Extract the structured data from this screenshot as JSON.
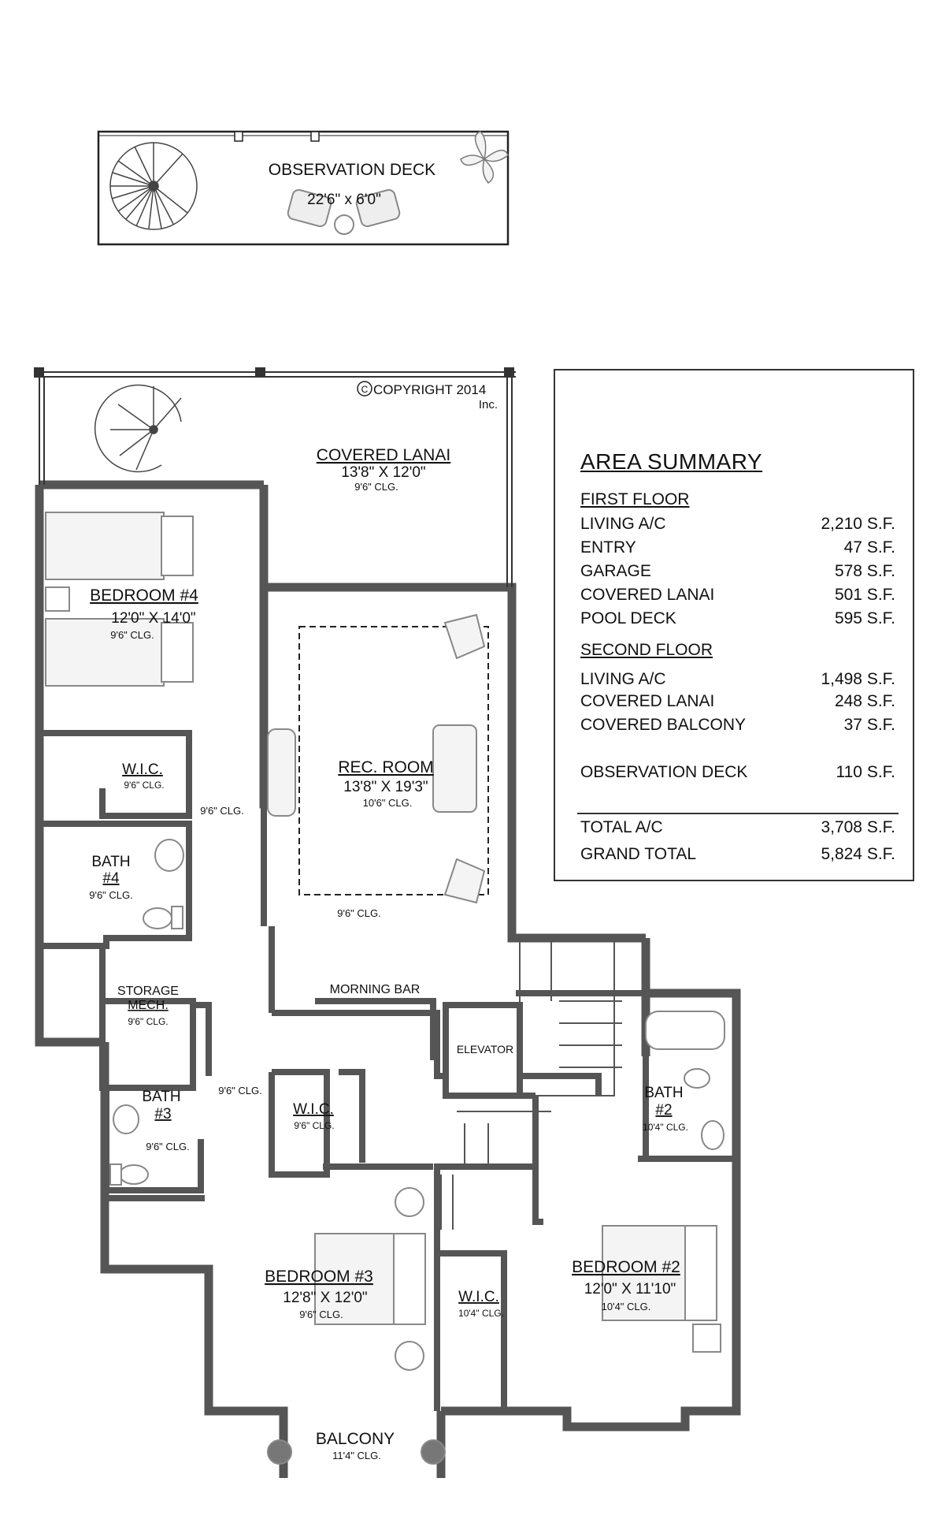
{
  "observation_deck": {
    "label": "OBSERVATION DECK",
    "size": "22'6\" x 6'0\""
  },
  "copyright": {
    "line1": "COPYRIGHT 2014",
    "line2": "Inc."
  },
  "rooms": {
    "covered_lanai": {
      "name": "COVERED LANAI",
      "size": "13'8\" X 12'0\"",
      "ceiling": "9'6\" CLG."
    },
    "bedroom4": {
      "name": "BEDROOM #4",
      "size": "12'0\" X 14'0\"",
      "ceiling": "9'6\" CLG."
    },
    "rec_room": {
      "name": "REC. ROOM",
      "size": "13'8\" X 19'3\"",
      "ceiling": "10'6\" CLG."
    },
    "rec_room_ceiling2": "9'6\" CLG.",
    "hall_ceiling1": "9'6\" CLG.",
    "hall_ceiling2": "9'6\" CLG.",
    "wic4": {
      "name": "W.I.C.",
      "ceiling": "9'6\" CLG."
    },
    "bath4": {
      "name1": "BATH",
      "name2": "#4",
      "ceiling": "9'6\" CLG."
    },
    "storage": {
      "name1": "STORAGE",
      "name2": "MECH.",
      "ceiling": "9'6\" CLG."
    },
    "morning_bar": {
      "name": "MORNING BAR"
    },
    "elevator": {
      "name": "ELEVATOR"
    },
    "bath3": {
      "name1": "BATH",
      "name2": "#3",
      "ceiling": "9'6\" CLG."
    },
    "wic3": {
      "name": "W.I.C.",
      "ceiling": "9'6\" CLG."
    },
    "bath2": {
      "name1": "BATH",
      "name2": "#2",
      "ceiling": "10'4\" CLG."
    },
    "bedroom3": {
      "name": "BEDROOM #3",
      "size": "12'8\" X 12'0\"",
      "ceiling": "9'6\" CLG."
    },
    "wic2": {
      "name": "W.I.C.",
      "ceiling": "10'4\" CLG."
    },
    "bedroom2": {
      "name": "BEDROOM #2",
      "size": "12'0\" X 11'10\"",
      "ceiling": "10'4\" CLG."
    },
    "balcony": {
      "name": "BALCONY",
      "ceiling": "11'4\" CLG."
    }
  },
  "area_summary": {
    "title": "AREA SUMMARY",
    "first_floor": {
      "heading": "FIRST FLOOR",
      "rows": [
        {
          "label": "LIVING A/C",
          "value": "2,210 S.F."
        },
        {
          "label": "ENTRY",
          "value": "47 S.F."
        },
        {
          "label": "GARAGE",
          "value": "578 S.F."
        },
        {
          "label": "COVERED LANAI",
          "value": "501 S.F."
        },
        {
          "label": "POOL DECK",
          "value": "595 S.F."
        }
      ]
    },
    "second_floor": {
      "heading": "SECOND FLOOR",
      "rows": [
        {
          "label": "LIVING A/C",
          "value": "1,498 S.F."
        },
        {
          "label": "COVERED LANAI",
          "value": "248 S.F."
        },
        {
          "label": "COVERED BALCONY",
          "value": "37 S.F."
        }
      ]
    },
    "observation": {
      "label": "OBSERVATION DECK",
      "value": "110 S.F."
    },
    "totals": [
      {
        "label": "TOTAL A/C",
        "value": "3,708 S.F."
      },
      {
        "label": "GRAND TOTAL",
        "value": "5,824 S.F."
      }
    ]
  }
}
